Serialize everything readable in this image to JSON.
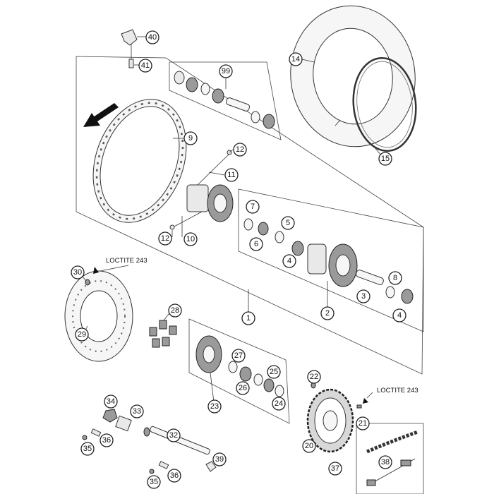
{
  "notes": {
    "loctite_front": "LOCTITE 243",
    "loctite_rear": "LOCTITE 243"
  },
  "callouts": {
    "p1": "1",
    "p2": "2",
    "p3": "3",
    "p4a": "4",
    "p4b": "4",
    "p5": "5",
    "p6": "6",
    "p7": "7",
    "p8": "8",
    "p9": "9",
    "p10": "10",
    "p11": "11",
    "p12a": "12",
    "p12b": "12",
    "p14": "14",
    "p15": "15",
    "p20": "20",
    "p21": "21",
    "p22": "22",
    "p23": "23",
    "p24": "24",
    "p25": "25",
    "p26": "26",
    "p27": "27",
    "p28": "28",
    "p29": "29",
    "p30": "30",
    "p32": "32",
    "p33": "33",
    "p34": "34",
    "p35a": "35",
    "p35b": "35",
    "p36a": "36",
    "p36b": "36",
    "p37": "37",
    "p38": "38",
    "p39": "39",
    "p40": "40",
    "p41": "41",
    "p99": "99"
  }
}
